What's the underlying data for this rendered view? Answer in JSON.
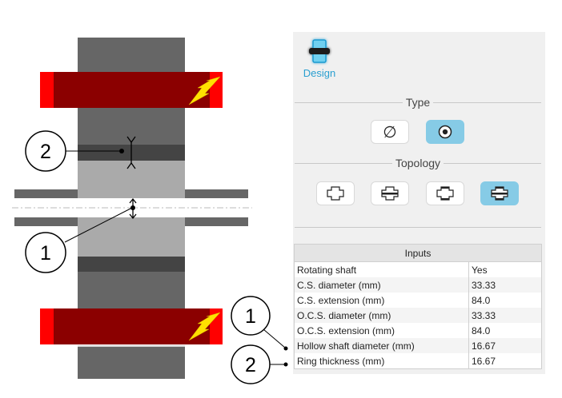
{
  "diagram": {
    "callouts": [
      {
        "number": "1",
        "refers_to": "Hollow shaft diameter (mm)"
      },
      {
        "number": "2",
        "refers_to": "Ring thickness (mm)"
      }
    ],
    "legend_callouts": [
      "1",
      "2"
    ],
    "colors": {
      "shaft_dark": "#666666",
      "ring": "#444444",
      "shaft_light": "#aaaaaa",
      "coil_body": "#8b0000",
      "coil_end": "#ff0000",
      "lightning": "#ffe000"
    }
  },
  "panel": {
    "design": {
      "label": "Design",
      "icon": "coupling-design-icon",
      "color": "#2a9fd0"
    },
    "type": {
      "title": "Type",
      "options": [
        {
          "name": "hollow-shaft",
          "icon": "empty-set-icon",
          "glyph": "∅",
          "selected": false
        },
        {
          "name": "solid-shaft",
          "icon": "circle-dot-icon",
          "glyph": "◉",
          "selected": true
        }
      ]
    },
    "topology": {
      "title": "Topology",
      "options": [
        {
          "name": "topology-1",
          "icon": "topology-plain-icon",
          "selected": false
        },
        {
          "name": "topology-2",
          "icon": "topology-bar-icon",
          "selected": false
        },
        {
          "name": "topology-3",
          "icon": "topology-caps-icon",
          "selected": false
        },
        {
          "name": "topology-4",
          "icon": "topology-full-icon",
          "selected": true
        }
      ]
    },
    "inputs": {
      "title": "Inputs",
      "rows": [
        {
          "label": "Rotating shaft",
          "value": "Yes"
        },
        {
          "label": "C.S. diameter (mm)",
          "value": "33.33"
        },
        {
          "label": "C.S. extension (mm)",
          "value": "84.0"
        },
        {
          "label": "O.C.S. diameter (mm)",
          "value": "33.33"
        },
        {
          "label": "O.C.S. extension (mm)",
          "value": "84.0"
        },
        {
          "label": "Hollow shaft diameter (mm)",
          "value": "16.67"
        },
        {
          "label": "Ring thickness (mm)",
          "value": "16.67"
        }
      ]
    },
    "accent_active": "#86cbe6"
  }
}
